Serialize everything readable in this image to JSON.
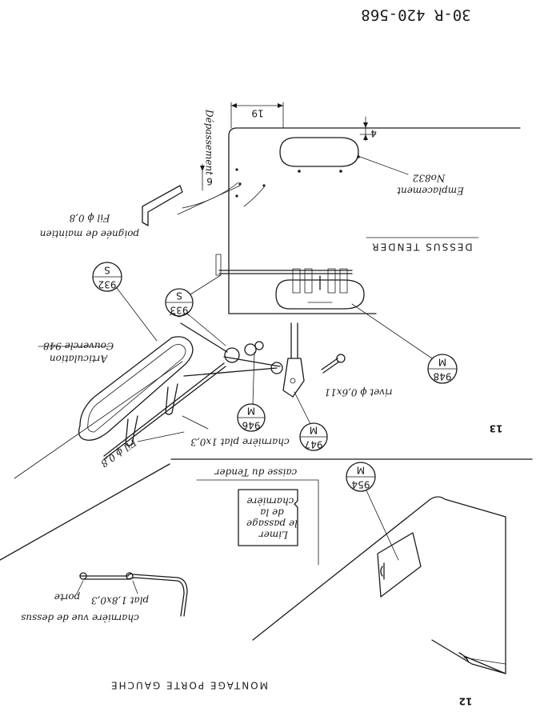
{
  "reference": "30-R 420-568",
  "sections": {
    "upper": {
      "number": "13",
      "dim_19": "19",
      "dim_4": "4",
      "dim_6": "6",
      "depassement": "Dépassement",
      "emplacement_line1": "Emplacement",
      "emplacement_line2": "No832",
      "poignee": "poignée de maintien",
      "fil_08_a": "Fil ϕ 0,8",
      "dessus_tender": "DESSUS TENDER",
      "part_932_top": "932",
      "part_932_bottom": "S",
      "part_933_top": "933",
      "part_933_bottom": "S",
      "articulation_line1": "Articulation",
      "articulation_line2": "Couvercle 948",
      "part_948_top": "948",
      "part_948_bottom": "M",
      "rivet": "rivet ϕ 0,6x11",
      "part_946_top": "946",
      "part_946_bottom": "M",
      "part_947_top": "947",
      "part_947_bottom": "M",
      "charniere_plat": "charnière plat 1x0,3",
      "fil_08_b": "Fil ϕ 0,8"
    },
    "lower": {
      "number": "12",
      "caisse": "caisse du Tender",
      "limer_1": "Limer",
      "limer_2": "le passage",
      "limer_3": "de la",
      "limer_4": "charnière",
      "part_954_top": "954",
      "part_954_bottom": "M",
      "porte": "porte",
      "plat": "plat 1,8x0,3",
      "charniere_vue_1": "charnière vue de dessus",
      "montage": "MONTAGE PORTE GAUCHE"
    }
  }
}
